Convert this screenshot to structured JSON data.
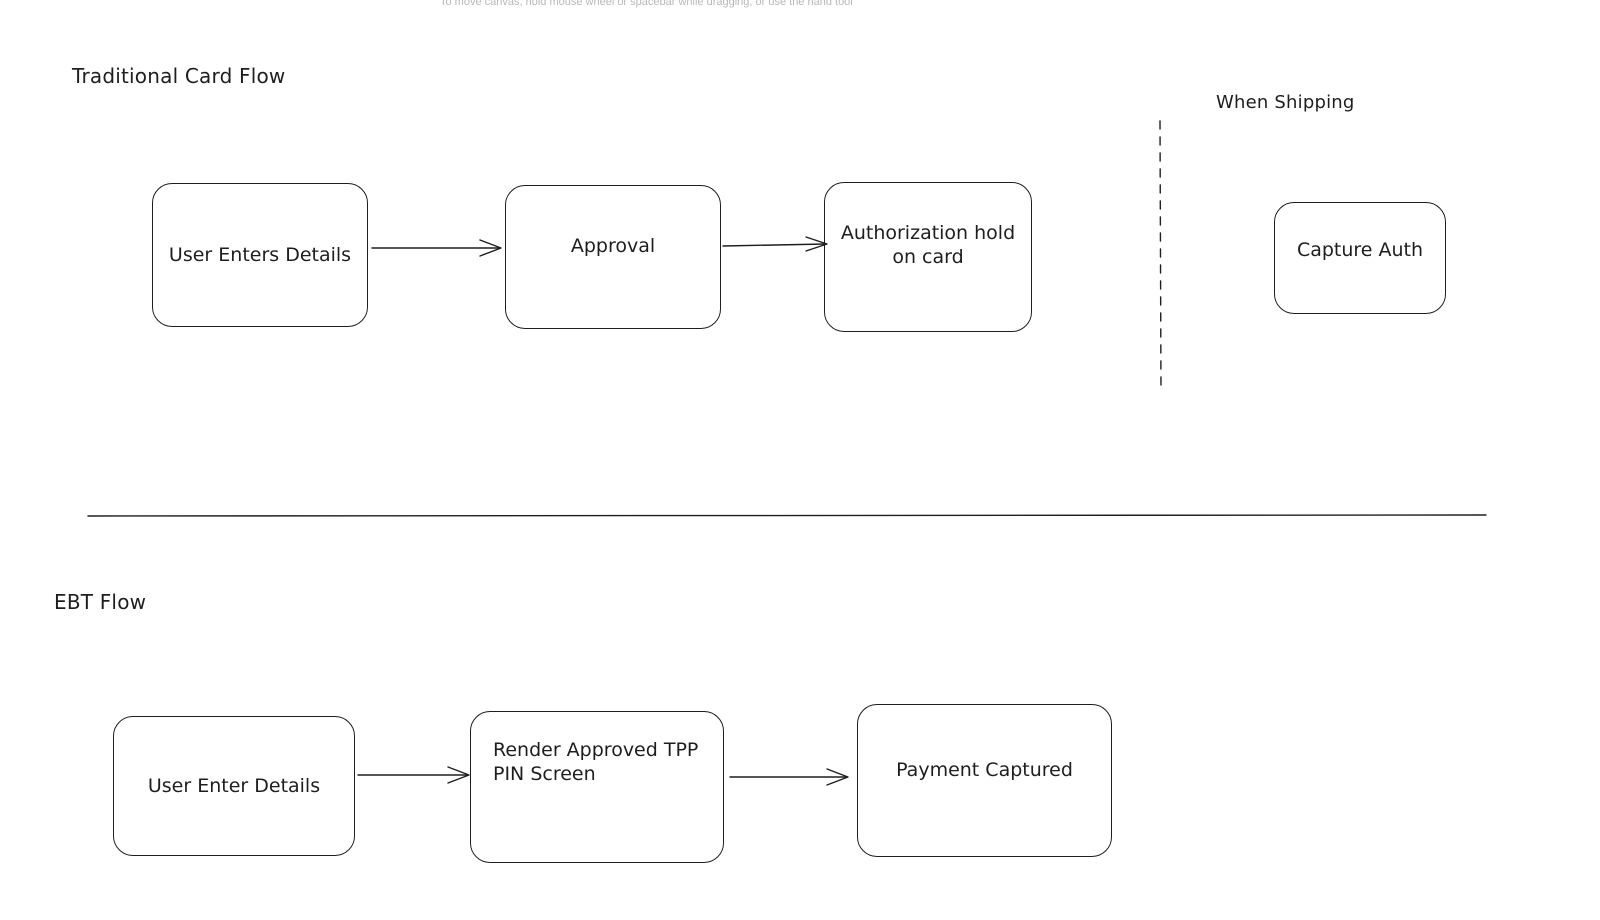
{
  "canvas_hint": "To move canvas, hold mouse wheel or spacebar while dragging, or use the hand tool",
  "traditional": {
    "title": "Traditional Card Flow",
    "nodes": {
      "user_enters_details": "User Enters Details",
      "approval": "Approval",
      "authorization_hold": "Authorization hold on card"
    },
    "shipping_title": "When Shipping",
    "capture_auth": "Capture Auth"
  },
  "ebt": {
    "title": "EBT Flow",
    "nodes": {
      "user_enter_details": "User Enter Details",
      "render_pin_screen": "Render Approved TPP PIN Screen",
      "payment_captured": "Payment Captured"
    }
  },
  "colors": {
    "stroke": "#1e1e1e",
    "hint": "#b8b8b8",
    "background": "#ffffff"
  }
}
